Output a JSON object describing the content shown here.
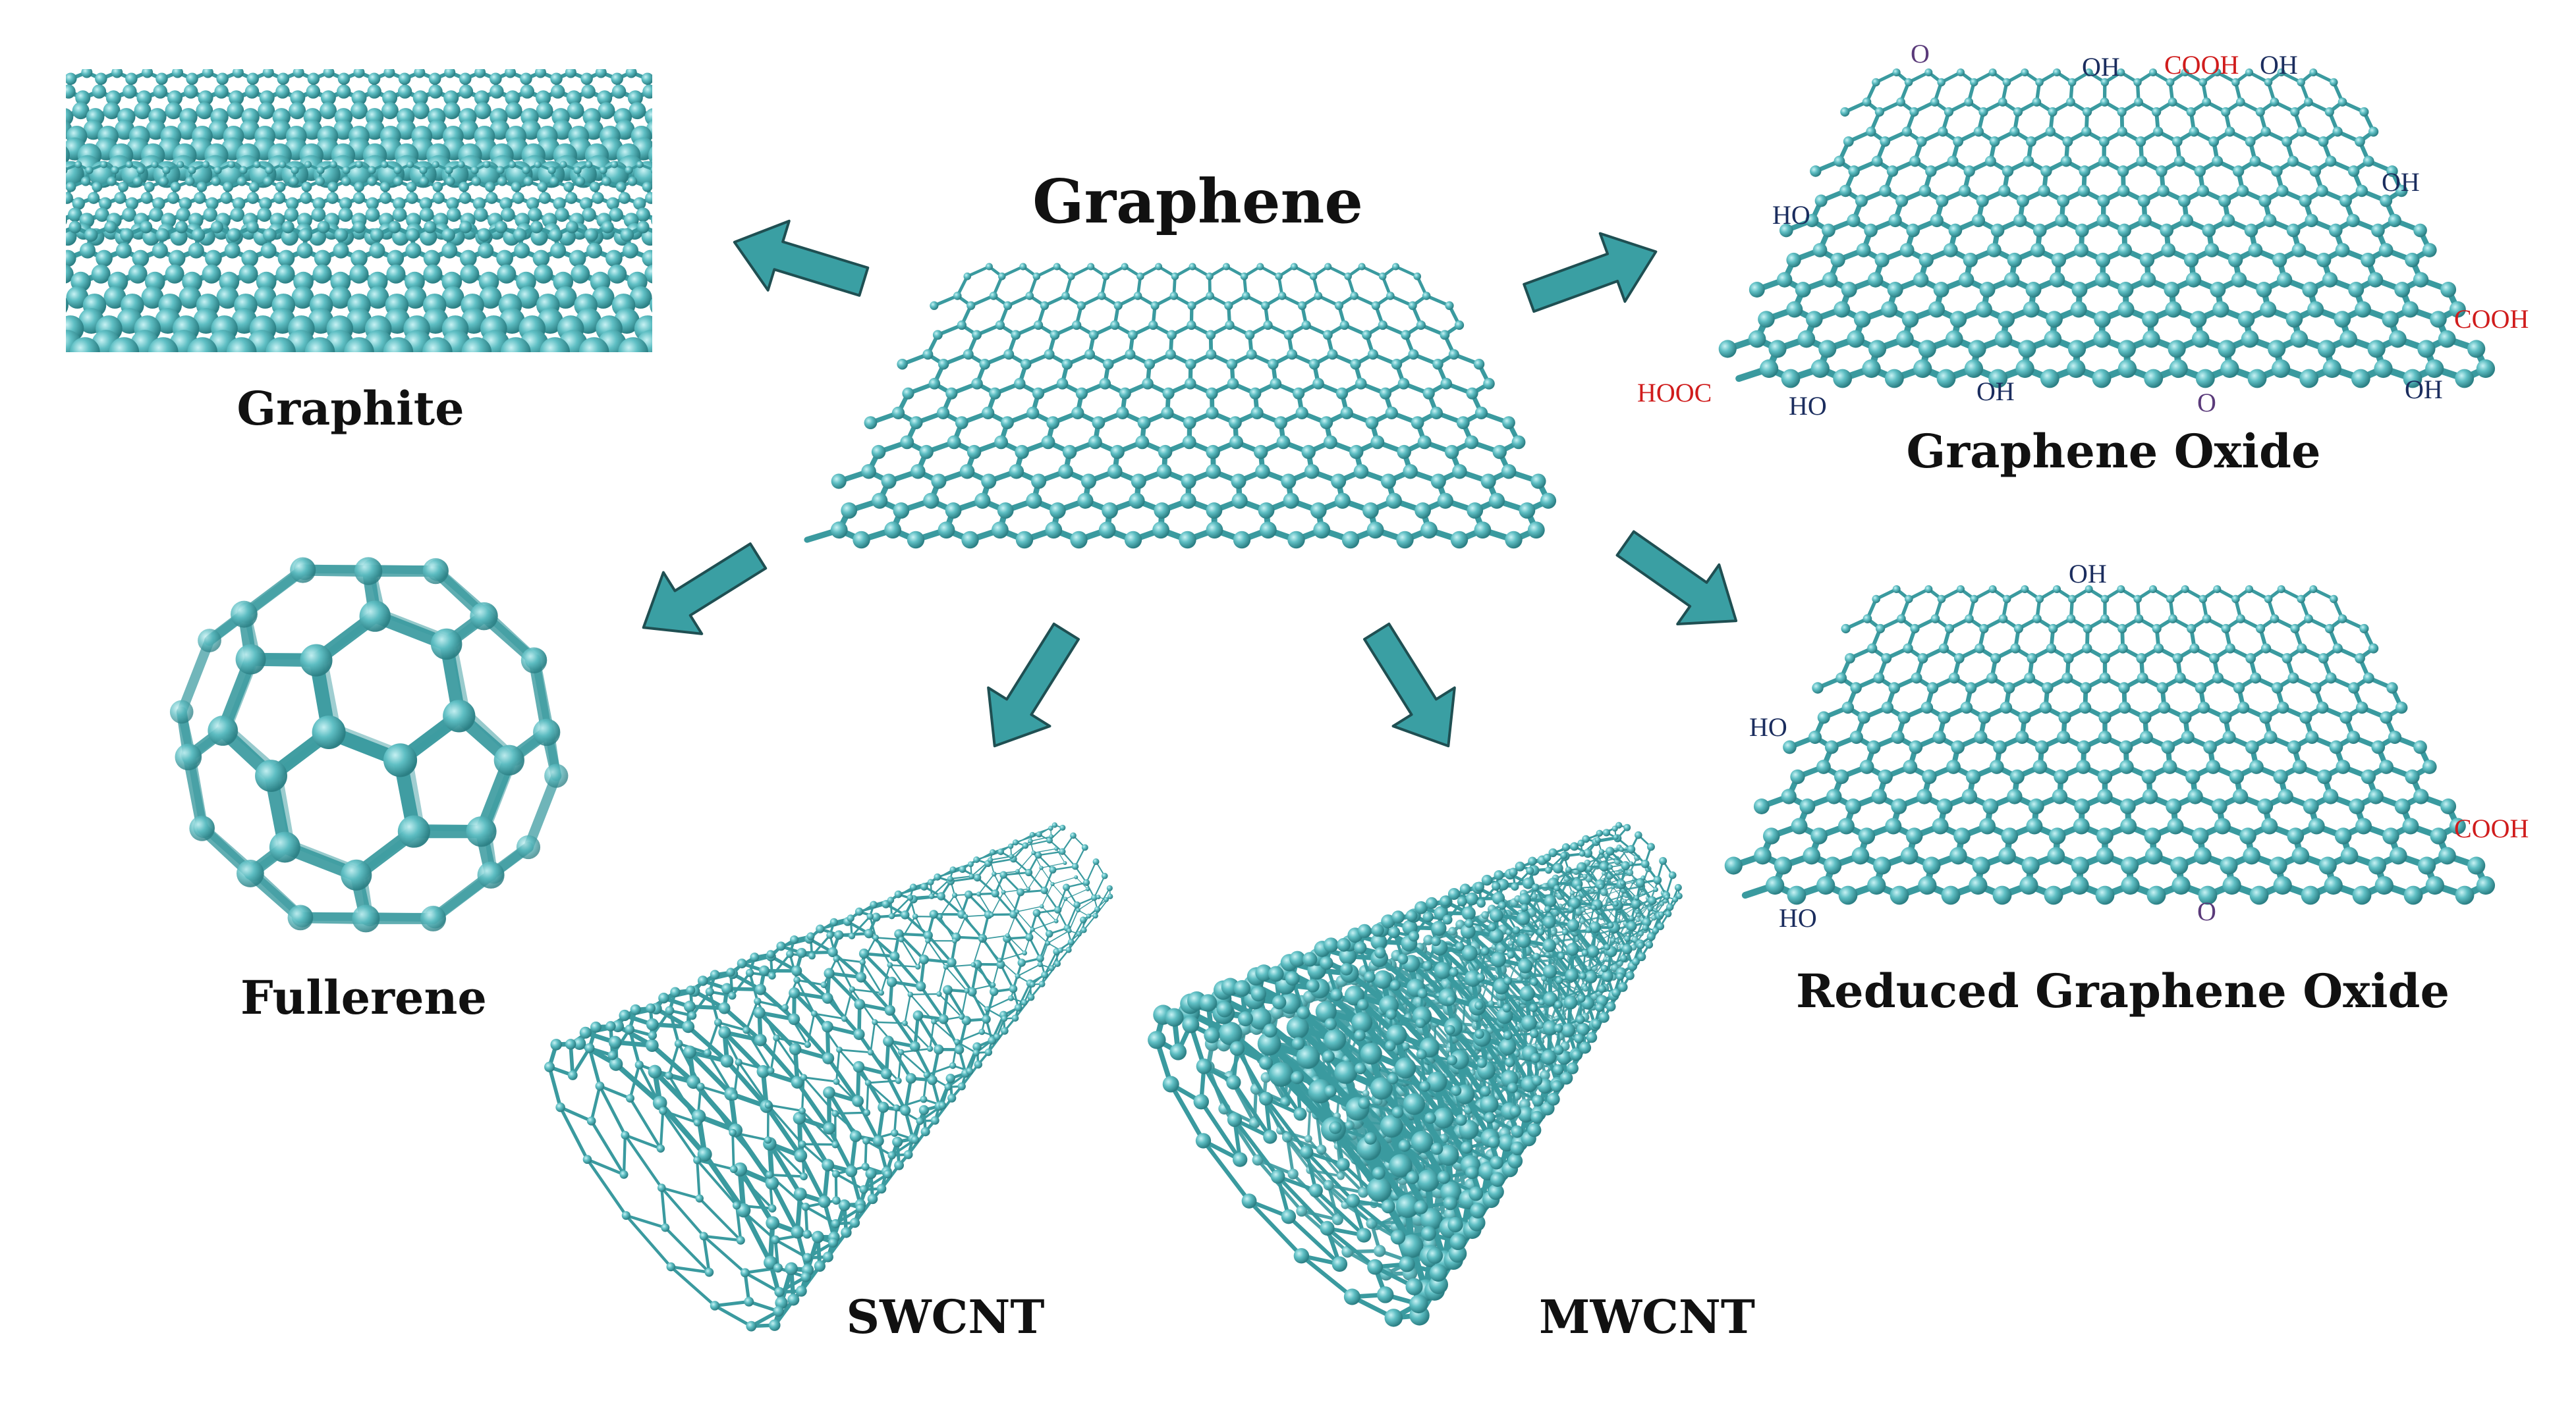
{
  "labels": {
    "graphene": "Graphene",
    "graphite": "Graphite",
    "graphene_oxide": "Graphene Oxide",
    "fullerene": "Fullerene",
    "reduced_graphene_oxide": "Reduced Graphene Oxide",
    "swcnt": "SWCNT",
    "mwcnt": "MWCNT"
  },
  "groups": {
    "oh": "OH",
    "ho": "HO",
    "cooh": "COOH",
    "hooc": "HOOC",
    "epoxide_o": "O"
  },
  "colors": {
    "carbon": "#4aa8ad",
    "bond": "#3a9a9f",
    "arrow_fill": "#3a9fa3",
    "arrow_stroke": "#1f4f52",
    "hydroxyl_text": "#1b2d5e",
    "carboxyl_text": "#d01c1c",
    "epoxide_text": "#5a3a7a"
  },
  "icons": {
    "transform_arrow": "block-arrow-icon"
  }
}
